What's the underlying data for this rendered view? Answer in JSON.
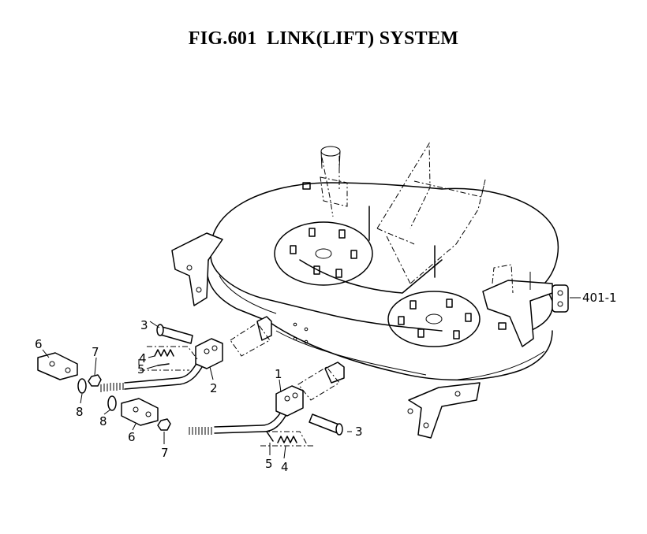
{
  "title": "FIG.601  LINK(LIFT) SYSTEM",
  "callouts": {
    "c1": "1",
    "c2": "2",
    "c3a": "3",
    "c3b": "3",
    "c4a": "4",
    "c4b": "4",
    "c5a": "5",
    "c5b": "5",
    "c6a": "6",
    "c6b": "6",
    "c7a": "7",
    "c7b": "7",
    "c8a": "8",
    "c8b": "8",
    "c401": "401-1"
  }
}
